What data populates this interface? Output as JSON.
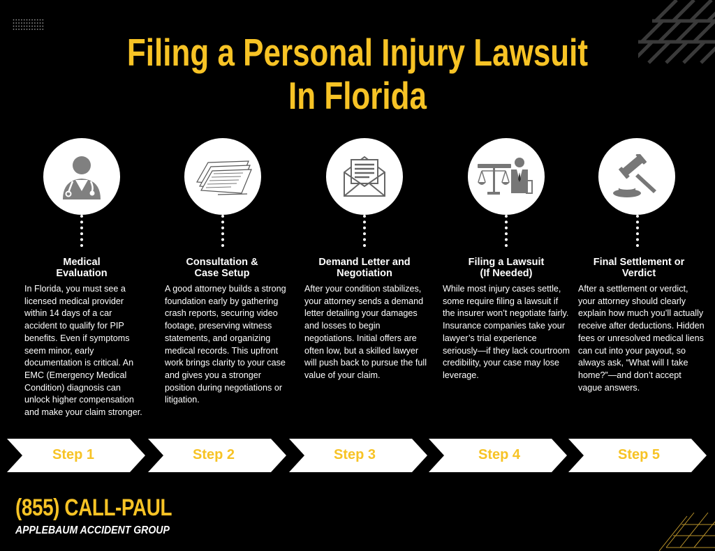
{
  "title": {
    "line1": "Filing a Personal Injury Lawsuit",
    "line2": "In Florida"
  },
  "colors": {
    "accent": "#f7c325",
    "background": "#000000",
    "icon": "#808080"
  },
  "steps": [
    {
      "icon": "doctor-icon",
      "title": [
        "Medical",
        "Evaluation"
      ],
      "description": "In Florida, you must see a licensed medical provider within 14 days of a car accident to qualify for PIP benefits. Even if symptoms seem minor, early documentation is critical. An EMC (Emergency Medical Condition) diagnosis can unlock higher compensation and make your claim stronger.",
      "label": "Step 1"
    },
    {
      "icon": "documents-icon",
      "title": [
        "Consultation &",
        "Case Setup"
      ],
      "description": "A good attorney builds a strong foundation early by gathering crash reports, securing video footage, preserving witness statements, and organizing medical records. This upfront work brings clarity to your case and gives you a stronger position during negotiations or litigation.",
      "label": "Step 2"
    },
    {
      "icon": "envelope-letter-icon",
      "title": [
        "Demand Letter and",
        "Negotiation"
      ],
      "description": "After your condition stabilizes, your attorney sends a demand letter detailing your damages and losses to begin negotiations. Initial offers are often low, but a skilled lawyer will push back to pursue the full value of your claim.",
      "label": "Step 3"
    },
    {
      "icon": "lawyer-scales-icon",
      "title": [
        "Filing a Lawsuit",
        "(If Needed)"
      ],
      "description": "While most injury cases settle, some require filing a lawsuit if the insurer won’t negotiate fairly. Insurance companies take your lawyer’s trial experience seriously—if they lack courtroom credibility, your case may lose leverage.",
      "label": "Step 4"
    },
    {
      "icon": "gavel-icon",
      "title": [
        "Final Settlement or",
        "Verdict"
      ],
      "description": "After a settlement or verdict, your attorney should clearly explain how much you’ll actually receive after deductions. Hidden fees or unresolved medical liens can cut into your payout, so always ask, “What will I take home?”—and don’t accept vague answers.",
      "label": "Step 5"
    }
  ],
  "footer": {
    "phone": "(855) CALL-PAUL",
    "firm": "APPLEBAUM ACCIDENT GROUP"
  }
}
